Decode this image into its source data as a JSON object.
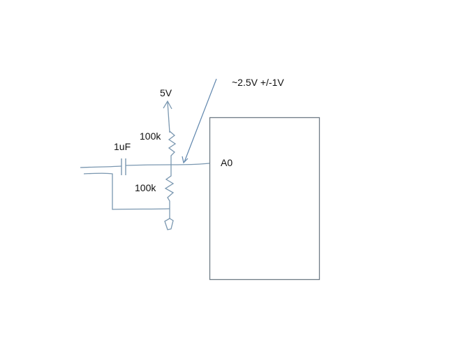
{
  "diagram": {
    "type": "circuit-schematic",
    "labels": {
      "supply": "5V",
      "capacitor": "1uF",
      "resistor_top": "100k",
      "resistor_bottom": "100k",
      "pin": "A0",
      "annotation": "~2.5V +/-1V"
    },
    "colors": {
      "wire": "#7a97b0",
      "box": "#6e7b85",
      "arrow": "#5f86ad",
      "text": "#111111"
    }
  }
}
